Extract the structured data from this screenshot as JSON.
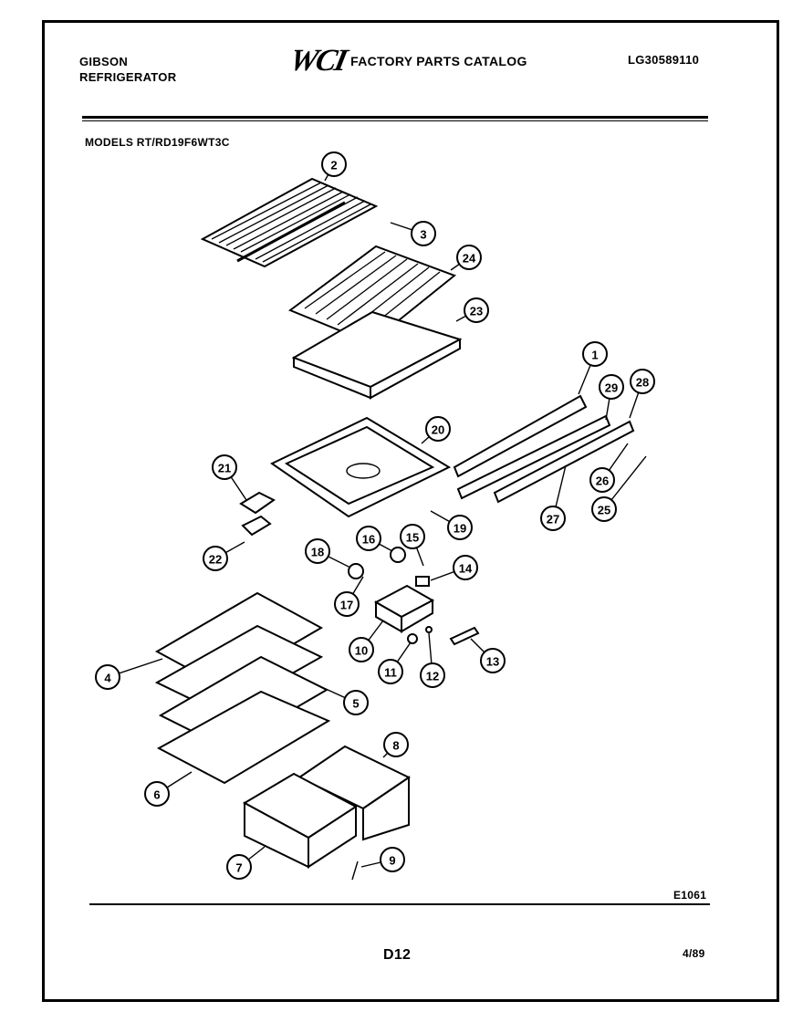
{
  "header": {
    "brand_line1": "GIBSON",
    "brand_line2": "REFRIGERATOR",
    "logo": "WCI",
    "catalog_title": "FACTORY PARTS CATALOG",
    "doc_number": "LG30589110",
    "models": "MODELS RT/RD19F6WT3C"
  },
  "footer": {
    "diagram_code": "E1061",
    "page": "D12",
    "date": "4/89"
  },
  "callouts": [
    {
      "id": "2",
      "label": "2"
    },
    {
      "id": "3",
      "label": "3"
    },
    {
      "id": "24",
      "label": "24"
    },
    {
      "id": "23",
      "label": "23"
    },
    {
      "id": "1",
      "label": "1"
    },
    {
      "id": "29",
      "label": "29"
    },
    {
      "id": "28",
      "label": "28"
    },
    {
      "id": "20",
      "label": "20"
    },
    {
      "id": "21",
      "label": "21"
    },
    {
      "id": "26",
      "label": "26"
    },
    {
      "id": "25",
      "label": "25"
    },
    {
      "id": "27",
      "label": "27"
    },
    {
      "id": "19",
      "label": "19"
    },
    {
      "id": "22",
      "label": "22"
    },
    {
      "id": "16",
      "label": "16"
    },
    {
      "id": "15",
      "label": "15"
    },
    {
      "id": "18",
      "label": "18"
    },
    {
      "id": "14",
      "label": "14"
    },
    {
      "id": "17",
      "label": "17"
    },
    {
      "id": "10",
      "label": "10"
    },
    {
      "id": "11",
      "label": "11"
    },
    {
      "id": "12",
      "label": "12"
    },
    {
      "id": "13",
      "label": "13"
    },
    {
      "id": "4",
      "label": "4"
    },
    {
      "id": "5",
      "label": "5"
    },
    {
      "id": "6",
      "label": "6"
    },
    {
      "id": "8",
      "label": "8"
    },
    {
      "id": "7",
      "label": "7"
    },
    {
      "id": "9",
      "label": "9"
    }
  ]
}
